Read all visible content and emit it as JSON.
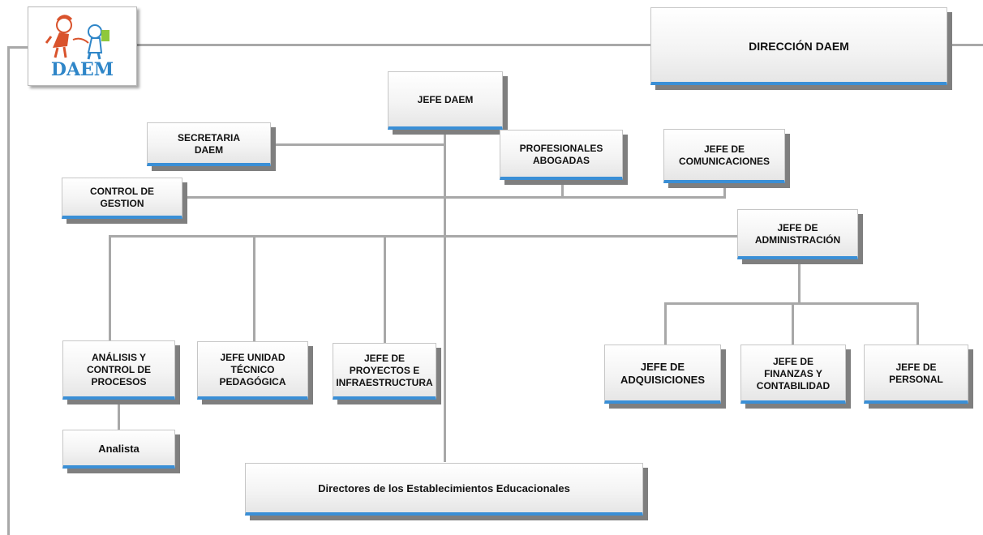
{
  "logo": {
    "text": "DAEM",
    "icon": "children-characters-icon",
    "colors": {
      "text": "#2f86c8",
      "figure": "#d9532c",
      "accent": "#8fc83c"
    }
  },
  "nodes": {
    "direccion": "DIRECCIÓN DAEM",
    "jefe_daem": "JEFE DAEM",
    "secretaria": "SECRETARIA\nDAEM",
    "profesionales": "PROFESIONALES\nABOGADAS",
    "comunicaciones": "JEFE DE\nCOMUNICACIONES",
    "control_gestion": "CONTROL DE\nGESTION",
    "administracion": "JEFE DE\nADMINISTRACIÓN",
    "analisis": "ANÁLISIS Y\nCONTROL DE\nPROCESOS",
    "utp": "JEFE  UNIDAD\nTÉCNICO\nPEDAGÓGICA",
    "proyectos": "JEFE DE\nPROYECTOS E\nINFRAESTRUCTURA",
    "adquisiciones": "JEFE DE\nADQUISICIONES",
    "finanzas": "JEFE DE\nFINANZAS  Y\nCONTABILIDAD",
    "personal": "JEFE DE\nPERSONAL",
    "analista": "Analista",
    "directores": "Directores de los Establecimientos Educacionales"
  },
  "colors": {
    "connector": "#a8a8a8",
    "box_accent": "#3a8fd6",
    "box_shadow": "#7f7f7f"
  }
}
